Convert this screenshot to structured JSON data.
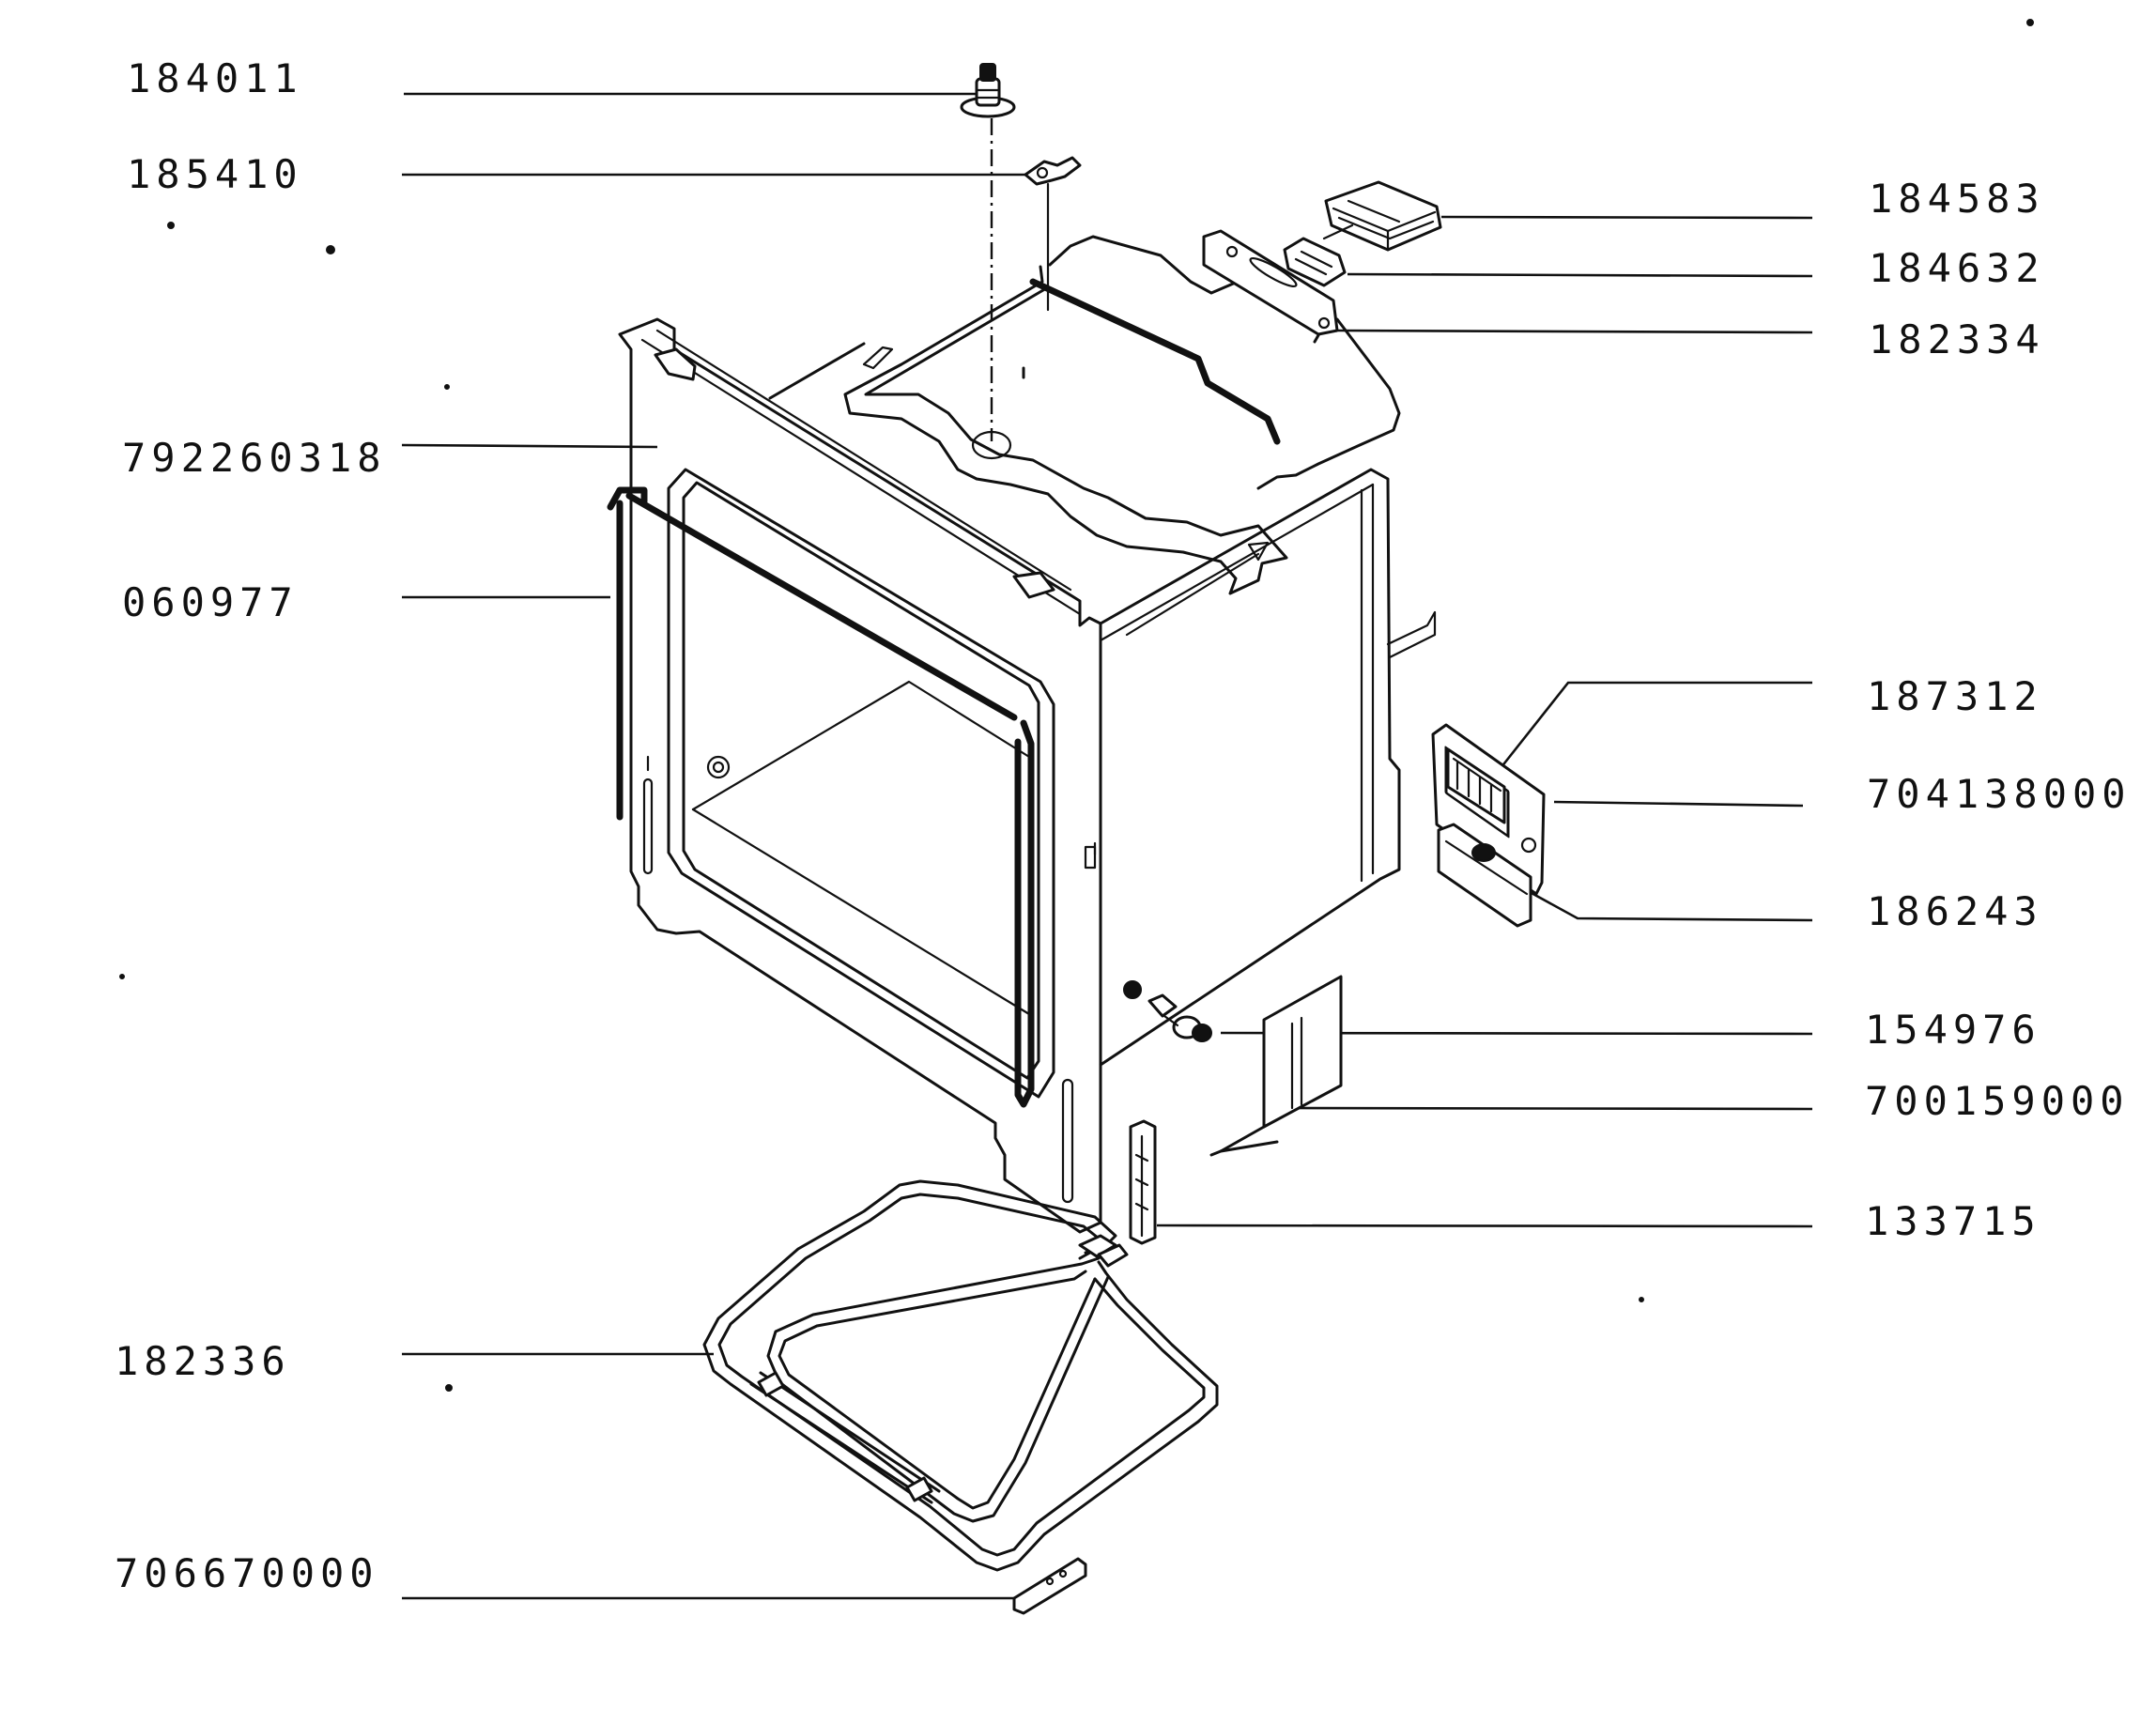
{
  "diagram": {
    "labels_left": [
      {
        "id": "p184011",
        "text": "184011"
      },
      {
        "id": "p185410",
        "text": "185410"
      },
      {
        "id": "p792260318",
        "text": "792260318"
      },
      {
        "id": "p060977",
        "text": "060977"
      },
      {
        "id": "p182336",
        "text": "182336"
      },
      {
        "id": "p706670000",
        "text": "706670000"
      }
    ],
    "labels_right": [
      {
        "id": "p184583",
        "text": "184583"
      },
      {
        "id": "p184632",
        "text": "184632"
      },
      {
        "id": "p182334",
        "text": "182334"
      },
      {
        "id": "p187312",
        "text": "187312"
      },
      {
        "id": "p704138000",
        "text": "704138000"
      },
      {
        "id": "p186243",
        "text": "186243"
      },
      {
        "id": "p154976",
        "text": "154976"
      },
      {
        "id": "p700159000",
        "text": "700159000"
      },
      {
        "id": "p133715",
        "text": "133715"
      }
    ],
    "colors": {
      "ink": "#111111",
      "paper": "#ffffff"
    }
  }
}
